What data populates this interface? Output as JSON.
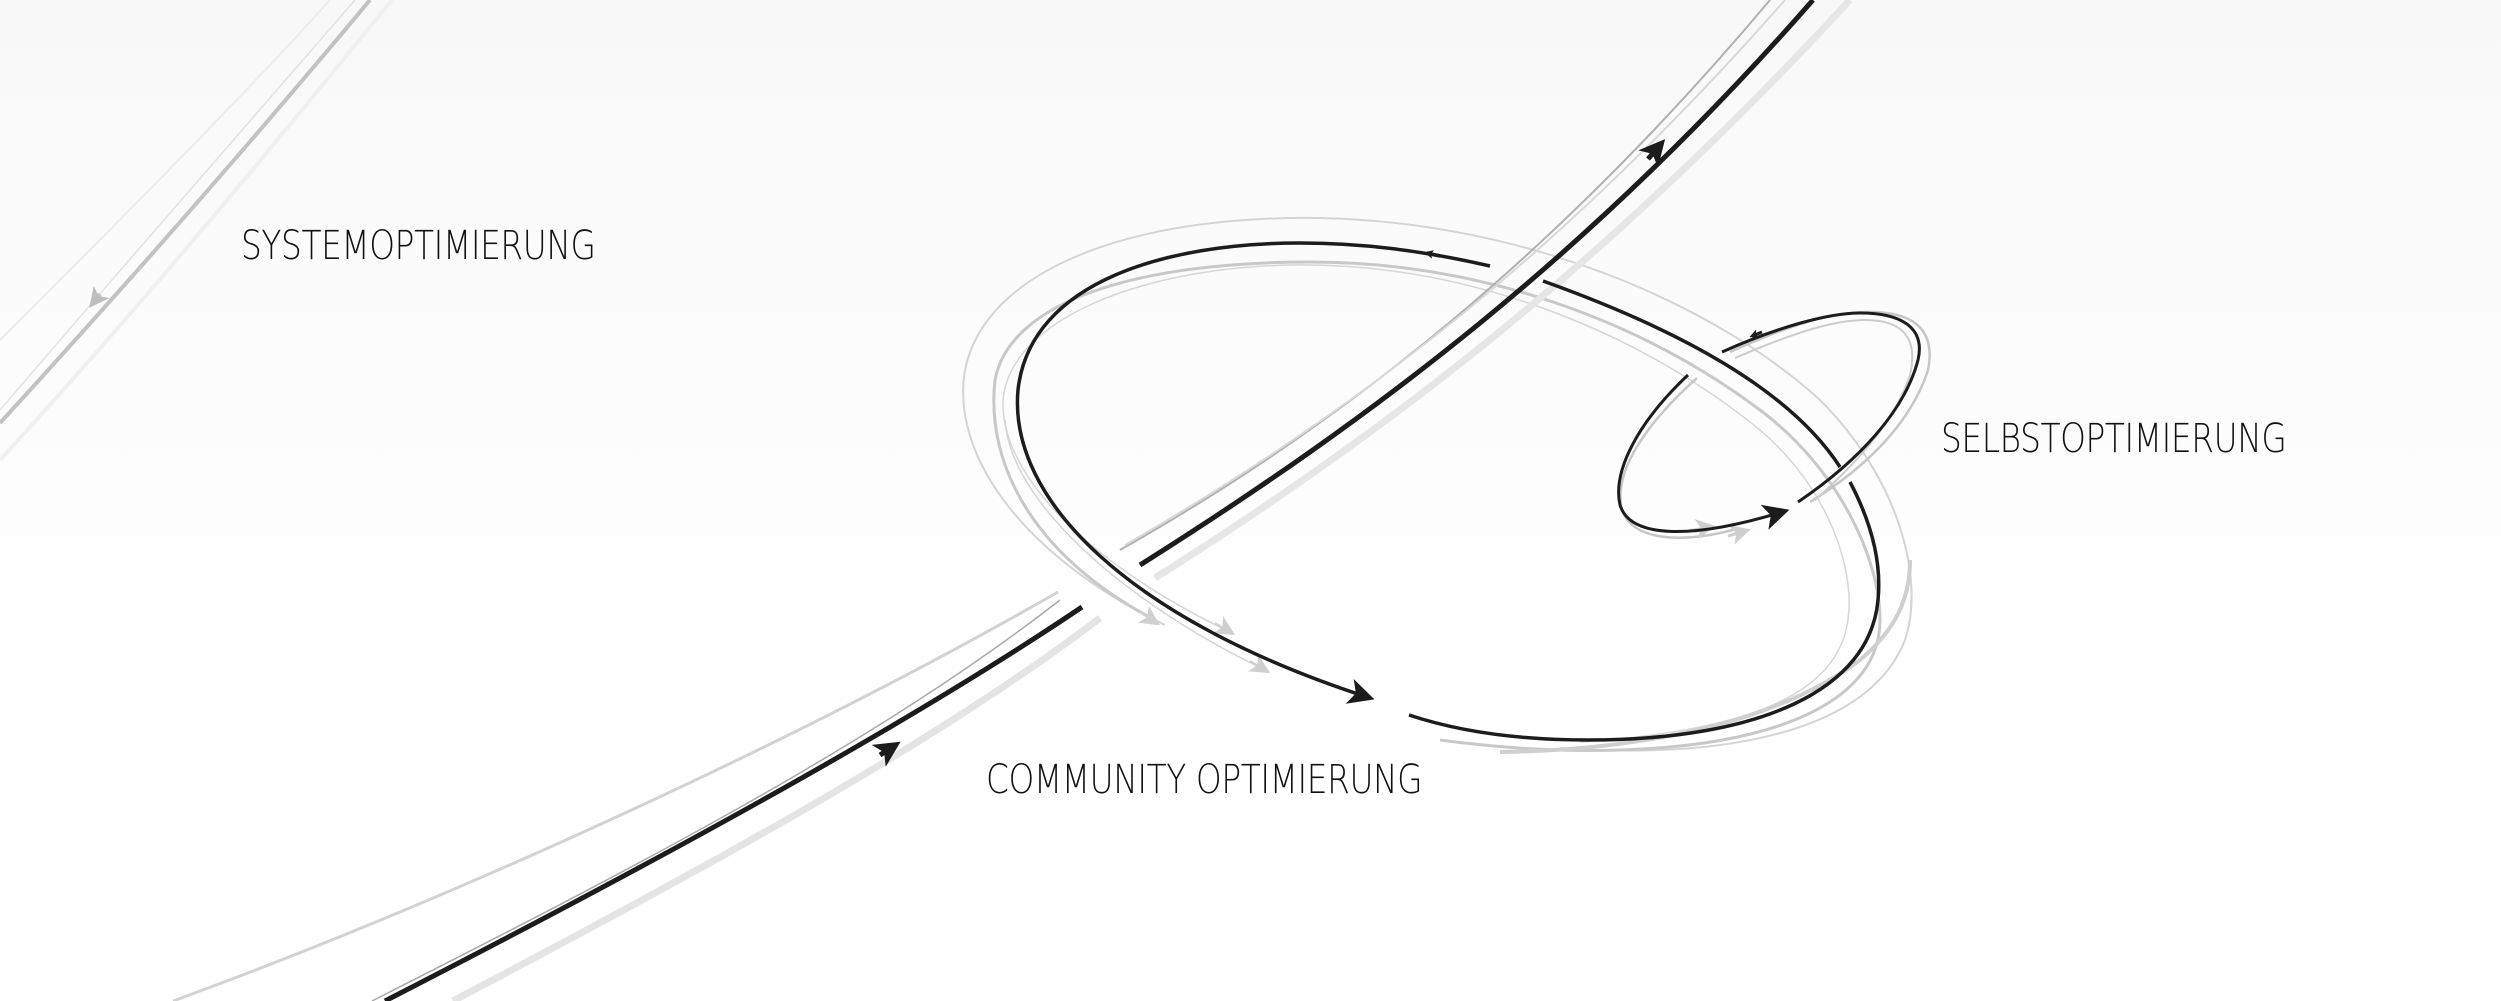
{
  "diagram": {
    "type": "optimization-loops",
    "labels": {
      "system": "SYSTEMOPTIMIERUNG",
      "community": "COMMUNITY OPTIMIERUNG",
      "self": "SELBSTOPTIMIERUNG"
    },
    "elements": [
      {
        "name": "system-loop",
        "description": "large diagonal sweep from bottom-left to top-right with gray return path in the top-left",
        "label": "SYSTEMOPTIMIERUNG"
      },
      {
        "name": "community-loop",
        "description": "large elliptical loop in the center",
        "label": "COMMUNITY OPTIMIERUNG"
      },
      {
        "name": "self-loop",
        "description": "small elliptical loop on the right",
        "label": "SELBSTOPTIMIERUNG"
      }
    ],
    "colors": {
      "primary_stroke": "#1c1c1c",
      "secondary_stroke": "#bdbdbd",
      "tertiary_stroke": "#d6d6d6",
      "shadow_stroke": "#e4e4e4",
      "text": "#111111",
      "background_top": "#f8f8f8",
      "background_bottom": "#ffffff"
    }
  }
}
